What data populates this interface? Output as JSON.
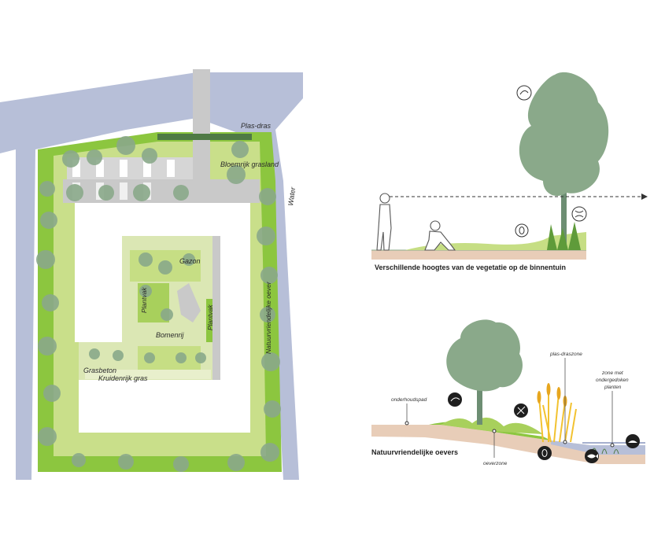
{
  "plan": {
    "labels": {
      "plas_dras": "Plas-dras",
      "bloemrijk_grasland": "Bloemrijk grasland",
      "water": "Water",
      "gazon": "Gazon",
      "plantvak_1": "Plantvak",
      "plantvak_2": "Plantvak",
      "bomenrij": "Bomenrij",
      "grasbeton": "Grasbeton",
      "kruidenrijk_gras": "Kruidenrijk gras",
      "natuurvriendelijke_oever": "Natuurvriendelijke oever"
    }
  },
  "section_top": {
    "caption": "Verschillende hoogtes van de vegetatie op de binnentuin"
  },
  "section_bottom": {
    "caption": "Natuurvriendelijke oevers",
    "labels": {
      "onderhoudspad": "onderhoudspad",
      "plas_draszone": "plas-draszone",
      "zone_met_1": "zone met",
      "zone_met_2": "ondergedoken",
      "zone_met_3": "planten",
      "oeverzone": "oeverzone"
    }
  },
  "colors": {
    "water": "#b7bfd8",
    "paving": "#c9c9c9",
    "lawn_light": "#e3eec2",
    "lawn_mid": "#c6de84",
    "green_bright": "#8cc63f",
    "tree": "#8aa98a",
    "tree_dark": "#5f7f68",
    "soil": "#e8cdb8",
    "reed": "#f2c230"
  }
}
